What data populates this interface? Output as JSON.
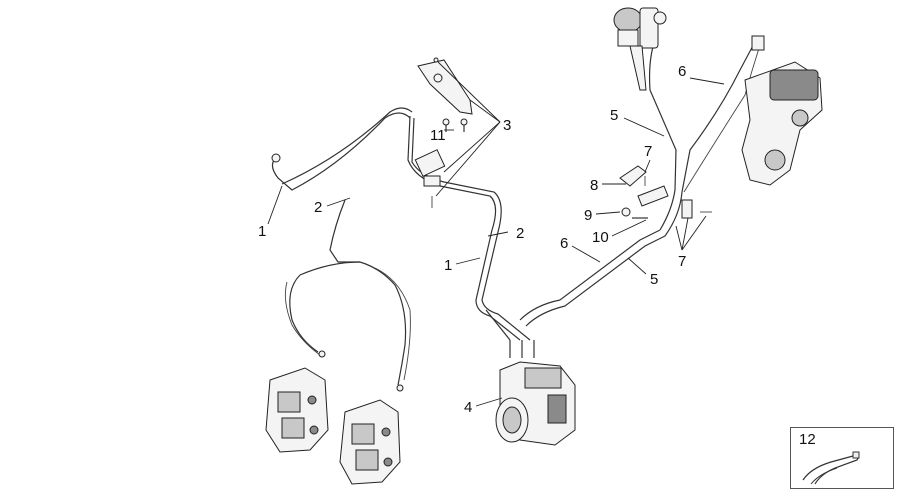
{
  "diagram": {
    "callouts": [
      "1",
      "2",
      "3",
      "11",
      "2",
      "1",
      "6",
      "5",
      "7",
      "8",
      "9",
      "10",
      "6",
      "5",
      "7",
      "4"
    ],
    "inset": {
      "label": "12"
    }
  }
}
